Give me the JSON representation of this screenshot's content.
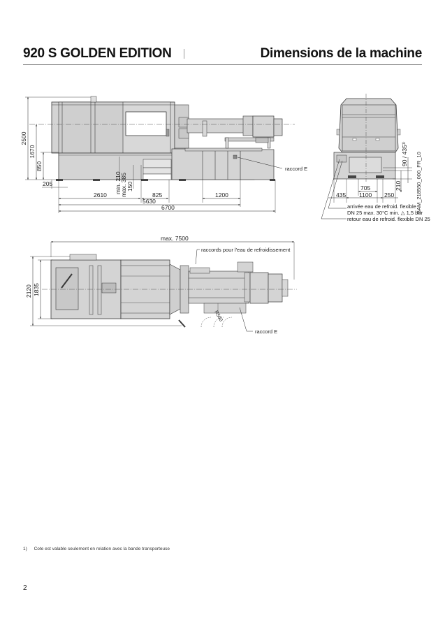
{
  "header": {
    "product_title": "920 S GOLDEN EDITION",
    "section_title": "Dimensions de la machine"
  },
  "side_view": {
    "dimensions": {
      "total_height": "2500",
      "center_height": "1670",
      "base_height": "850",
      "foot_offset": "205",
      "clamp_length": "2610",
      "min_label": "min. 210",
      "max_label": "max. 385",
      "height_150": "150",
      "width_825": "825",
      "width_1200": "1200",
      "length_5630": "5630",
      "length_6700": "6700"
    },
    "labels": {
      "raccord_e": "raccord E"
    }
  },
  "front_view": {
    "dimensions": {
      "left_435": "435",
      "inner_705": "705",
      "inner_1100": "1100",
      "right_250": "250",
      "height_210": "210",
      "height_90_435": "90 / 435¹⁾"
    },
    "labels": {
      "drawing_id": "BAM_218550_000_FR_10",
      "inlet_line1": "arrivée eau de refroid. flexible",
      "inlet_line2": "DN 25 max. 30°C min. △ 1,5 bar",
      "outlet": "retour eau de refroid. flexible DN 25"
    }
  },
  "top_view": {
    "dimensions": {
      "max_length": "max. 7500",
      "width_2120": "2120",
      "width_1835": "1835",
      "radius": "R560"
    },
    "labels": {
      "cooling_connections": "raccords pour l'eau de refroidissement",
      "raccord_e": "raccord E"
    }
  },
  "footnote": {
    "number": "1)",
    "text": "Cote est valable seulement en relation avec la bande transporteuse"
  },
  "page_number": "2",
  "colors": {
    "machine_fill": "#d4d4d4",
    "machine_dark": "#bdbdbd",
    "line": "#3a3a3a"
  }
}
